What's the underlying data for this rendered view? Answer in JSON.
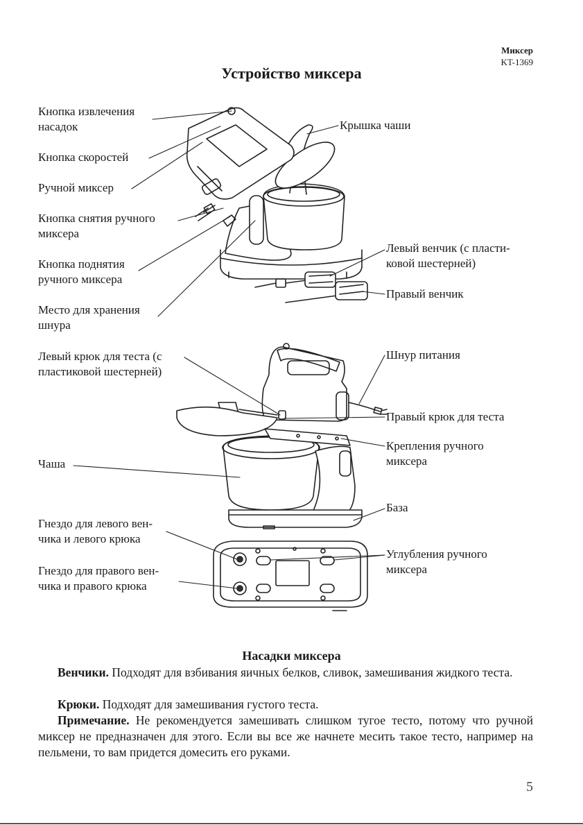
{
  "header": {
    "product": "Миксер",
    "model": "KT-1369"
  },
  "page_title": "Устройство миксера",
  "labels": {
    "eject_1": "Кнопка извлечения",
    "eject_2": "насадок",
    "speed": "Кнопка скоростей",
    "hand_mixer": "Ручной миксер",
    "release_1": "Кнопка снятия ручного",
    "release_2": "миксера",
    "lift_1": "Кнопка поднятия",
    "lift_2": "ручного миксера",
    "storage_1": "Место для хранения",
    "storage_2": "шнура",
    "lid": "Крышка чаши",
    "left_whisk_1": "Левый венчик (с пласти-",
    "left_whisk_2": "ковой шестерней)",
    "right_whisk": "Правый венчик",
    "left_hook_1": "Левый крюк для теста (с",
    "left_hook_2": "пластиковой шестерней)",
    "cord": "Шнур питания",
    "right_hook": "Правый крюк для теста",
    "mount_1": "Крепления ручного",
    "mount_2": "миксера",
    "bowl": "Чаша",
    "base": "База",
    "left_socket_1": "Гнездо для левого вен-",
    "left_socket_2": "чика и левого крюка",
    "right_socket_1": "Гнездо для правого вен-",
    "right_socket_2": "чика и правого крюка",
    "recess_1": "Углубления ручного",
    "recess_2": "миксера"
  },
  "attachments": {
    "title": "Насадки миксера",
    "whisks_term": "Венчики.",
    "whisks_text": "Подходят для взбивания яичных белков, сливок, замешивания жидкого теста.",
    "hooks_term": "Крюки.",
    "hooks_text": "Подходят для замешивания густого теста.",
    "note_term": "Примечание.",
    "note_text": "Не рекомендуется замешивать слишком тугое тесто, потому что ручной миксер не предназначен для этого. Если вы все же начнете месить такое тесто, например на пельмени, то вам придется домесить его руками."
  },
  "page_number": "5"
}
